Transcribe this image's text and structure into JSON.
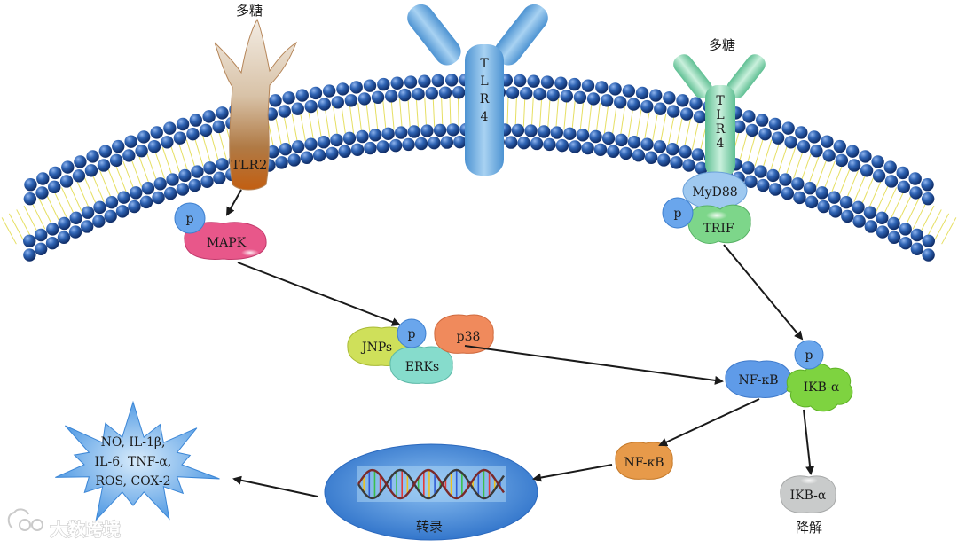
{
  "labels": {
    "polysaccharide_left": "多糖",
    "polysaccharide_right": "多糖",
    "tlr2": "TLR2",
    "tlr4_center": [
      "T",
      "L",
      "R",
      "4"
    ],
    "tlr4_right": [
      "T",
      "L",
      "R",
      "4"
    ],
    "myd88": "MyD88",
    "trif": "TRIF",
    "mapk": "MAPK",
    "phospho": "p",
    "jnps": "JNPs",
    "p38": "p38",
    "erks": "ERKs",
    "nfkb_complex": "NF-κB",
    "ikba_complex": "IKB-α",
    "nfkb_free": "NF-κB",
    "ikba_degraded": "IKB-α",
    "degradation": "降解",
    "transcription": "转录",
    "products": [
      "NO, IL-1β,",
      "IL-6, TNF-α,",
      "ROS, COX-2"
    ]
  },
  "watermark": "大数跨境",
  "colors": {
    "membrane_bead": "#2f64b4",
    "tlr4": "#7ab3e0",
    "tlr4_right": "#9fdcc0",
    "tlr2": "#c86a1a",
    "mapk": "#e8578a",
    "jnps": "#cfe05a",
    "p38": "#f08a5c",
    "erks": "#86dccc",
    "phospho": "#6aa6ec",
    "nfkb": "#5f9be8",
    "ikba": "#7ed340",
    "trif": "#7dd68a",
    "nfkb_free": "#e79a4a",
    "ikba_degraded": "#c9cbcb",
    "nucleus": "#3f87dd",
    "burst": "#5aa3e8"
  }
}
